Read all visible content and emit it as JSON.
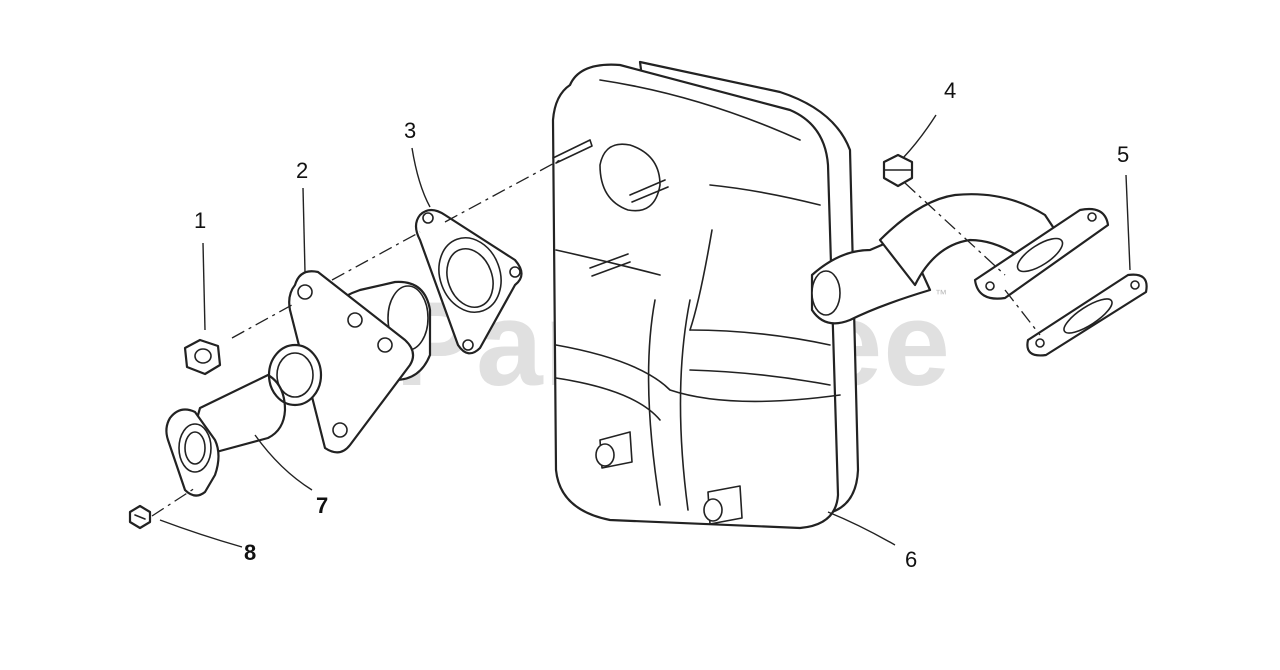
{
  "watermark": {
    "text": "PartsTree",
    "trademark": "™"
  },
  "callouts": [
    {
      "id": "1",
      "label": "1",
      "bold": false
    },
    {
      "id": "2",
      "label": "2",
      "bold": false
    },
    {
      "id": "3",
      "label": "3",
      "bold": false
    },
    {
      "id": "4",
      "label": "4",
      "bold": false
    },
    {
      "id": "5",
      "label": "5",
      "bold": false
    },
    {
      "id": "6",
      "label": "6",
      "bold": false
    },
    {
      "id": "7",
      "label": "7",
      "bold": true
    },
    {
      "id": "8",
      "label": "8",
      "bold": true
    }
  ]
}
